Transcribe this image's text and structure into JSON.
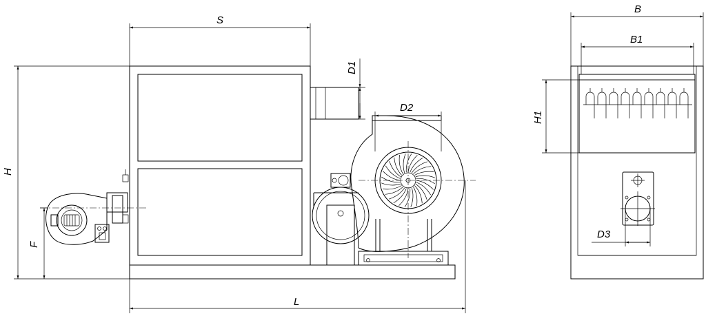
{
  "drawing": {
    "dimensions": {
      "S": "S",
      "L": "L",
      "H": "H",
      "F": "F",
      "D1": "D1",
      "D2": "D2",
      "B": "B",
      "B1": "B1",
      "H1": "H1",
      "D3": "D3"
    }
  }
}
